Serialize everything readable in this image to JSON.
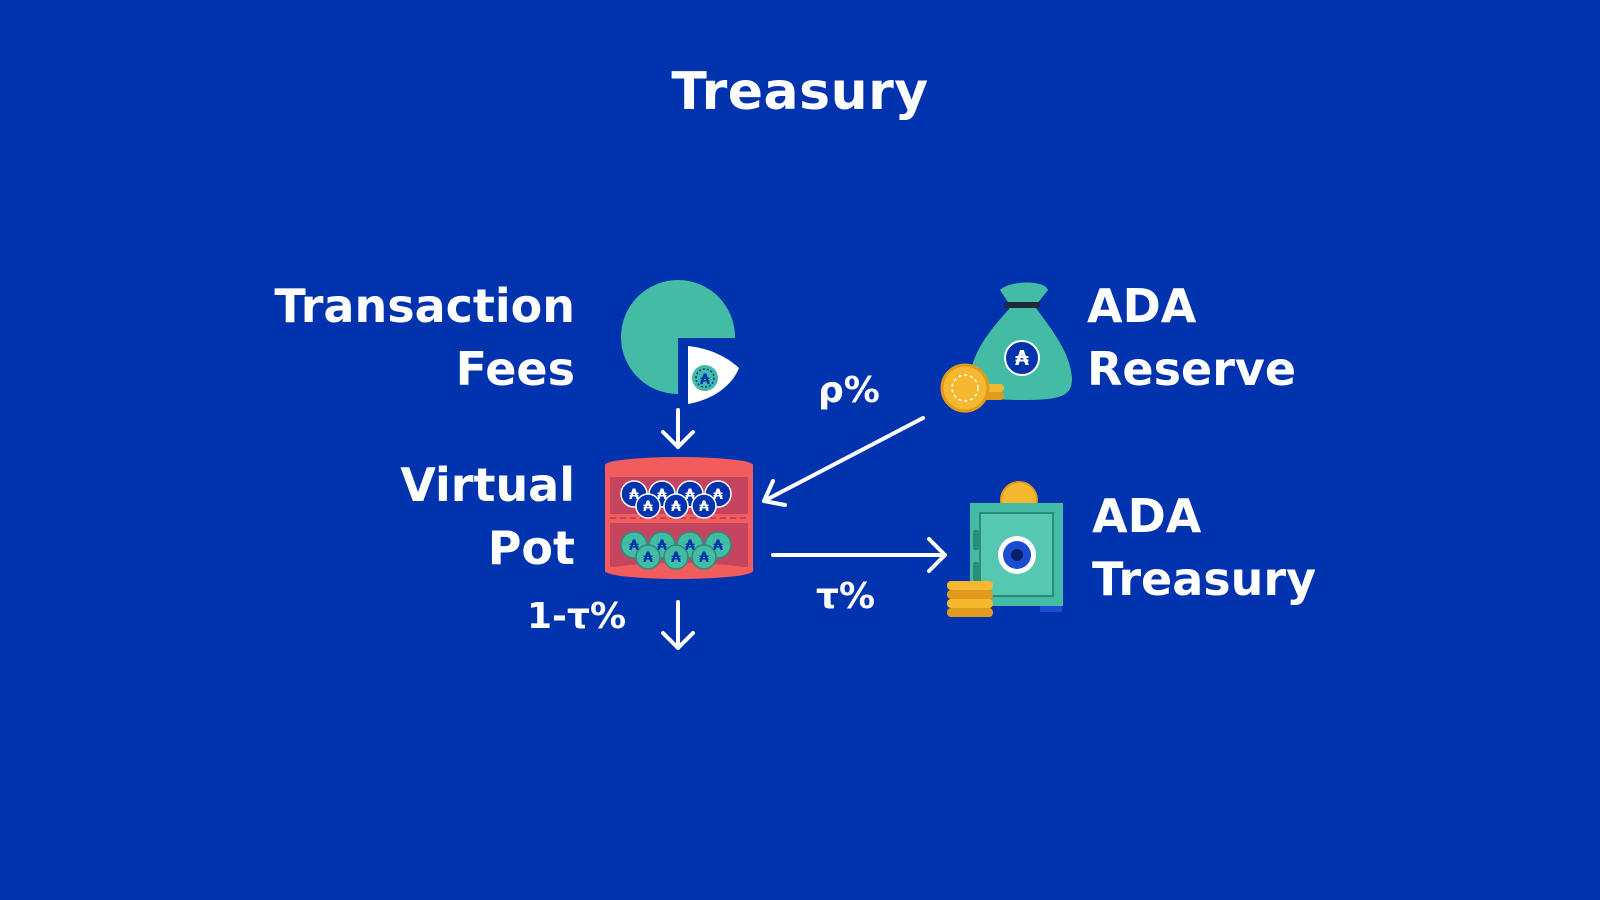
{
  "title": "Treasury",
  "nodes": {
    "transaction_fees": [
      "Transaction",
      "Fees"
    ],
    "virtual_pot": [
      "Virtual",
      "Pot"
    ],
    "ada_reserve": [
      "ADA",
      "Reserve"
    ],
    "ada_treasury": [
      "ADA",
      "Treasury"
    ]
  },
  "edges": {
    "reserve_to_pot": "ρ%",
    "pot_to_treasury": "τ%",
    "pot_out": "1-τ%"
  },
  "icons": {
    "fees": "pie-chart-icon",
    "pot": "coin-pot-icon",
    "reserve": "money-bag-icon",
    "treasury": "safe-icon"
  },
  "colors": {
    "background": "#0033ad",
    "teal": "#44bba4",
    "pot_red": "#f25c5c",
    "gold": "#f5b82e"
  }
}
